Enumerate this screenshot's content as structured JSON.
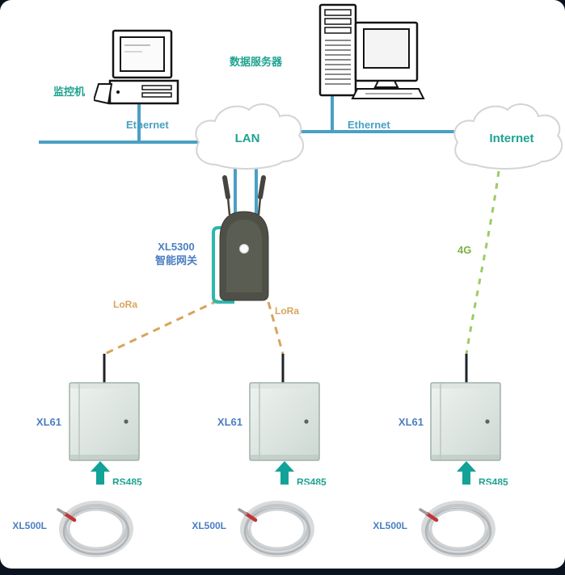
{
  "diagram": {
    "top": {
      "pc_label": "监控机",
      "server_label": "数据服务器",
      "lan_label": "LAN",
      "internet_label": "Internet",
      "ethernet_left_label": "Ethernet",
      "ethernet_right_label": "Ethernet"
    },
    "gateway": {
      "model": "XL5300",
      "name": "智能网关"
    },
    "links": {
      "lora_left": "LoRa",
      "lora_right": "LoRa",
      "cellular": "4G",
      "rs485_1": "RS485",
      "rs485_2": "RS485",
      "rs485_3": "RS485"
    },
    "cabinets": [
      {
        "label": "XL61"
      },
      {
        "label": "XL61"
      },
      {
        "label": "XL61"
      }
    ],
    "cables": [
      {
        "label": "XL500L"
      },
      {
        "label": "XL500L"
      },
      {
        "label": "XL500L"
      }
    ],
    "colors": {
      "teal_text": "#1ea390",
      "ethernet_line": "#4aa0c5",
      "lora_orange": "#d8a45c",
      "cellular_green": "#9ccc65",
      "product_blue": "#4b7ec2",
      "arrow_teal": "#12a297",
      "background_dark": "#0b1320"
    },
    "icons": {
      "pc": "desktop-computer-icon",
      "server": "server-tower-with-monitor-icon",
      "lan": "cloud-icon",
      "internet": "cloud-icon",
      "gateway": "wireless-gateway-icon",
      "cabinet": "control-cabinet-icon",
      "cable": "cable-coil-icon",
      "rs485": "double-arrow-icon"
    }
  }
}
